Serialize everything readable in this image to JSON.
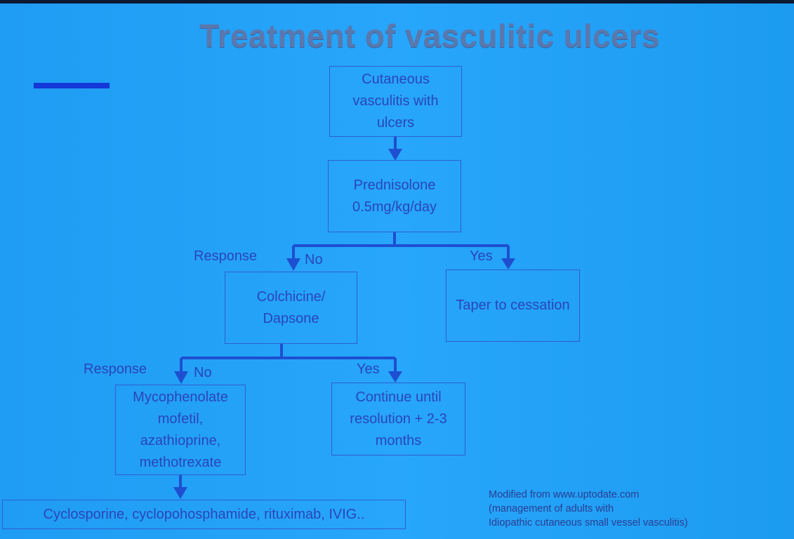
{
  "title": "Treatment of vasculitic ulcers",
  "nodes": {
    "start": "Cutaneous vasculitis with ulcers",
    "prednisolone": "Prednisolone 0.5mg/kg/day",
    "colchicine": "Colchicine/ Dapsone",
    "taper": "Taper to cessation",
    "mycophenolate": "Mycophenolate mofetil, azathioprine, methotrexate",
    "continue": "Continue until resolution + 2-3 months",
    "cyclosporine": "Cyclosporine, cyclopohosphamide, rituximab, IVIG.."
  },
  "labels": {
    "response_1": "Response",
    "no_1": "No",
    "yes_1": "Yes",
    "response_2": "Response",
    "no_2": "No",
    "yes_2": "Yes"
  },
  "source_note": {
    "line1": "Modified from www.uptodate.com",
    "line2": "(management of adults with",
    "line3": "Idiopathic cutaneous small vessel vasculitis)"
  },
  "colors": {
    "background": "#22a0f5",
    "title": "#5a78ad",
    "lines": "#1e4fd0",
    "text": "#2a46b8",
    "accent": "#1538d8"
  }
}
